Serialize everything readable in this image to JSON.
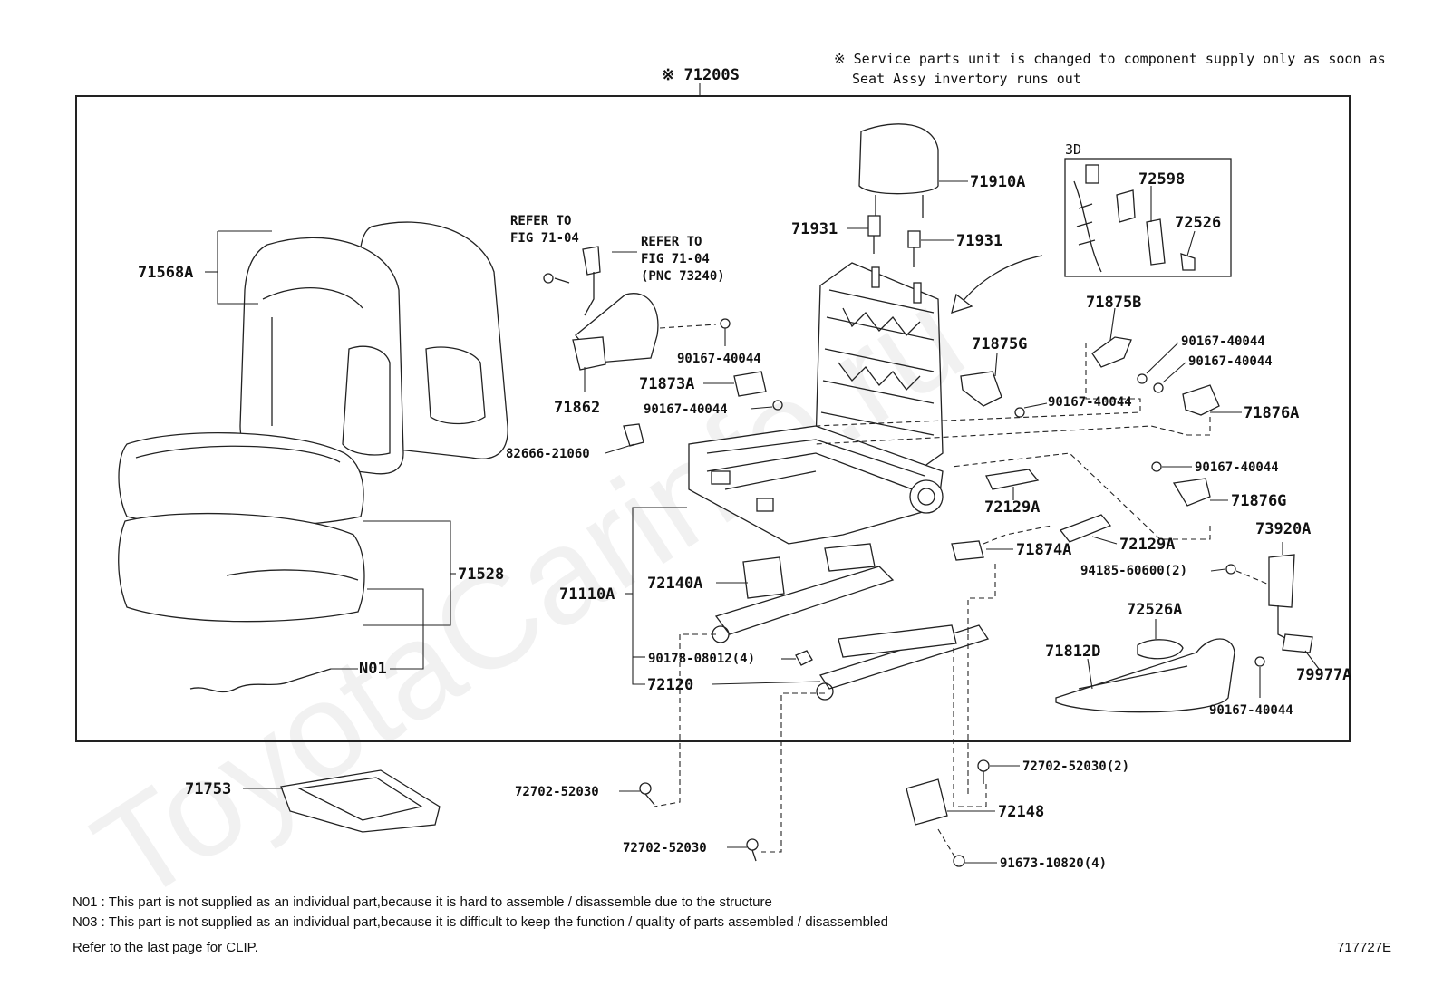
{
  "header": {
    "assembly_code": "※ 71200S",
    "service_note_line1": "※ Service parts unit is changed to component supply only as soon as",
    "service_note_line2": "Seat Assy invertory runs out"
  },
  "watermark": "ToyotaCarinfo.ru",
  "inset_label": "3D",
  "refer_notes": {
    "left_line1": "REFER TO",
    "left_line2": "FIG 71-04",
    "right_line1": "REFER TO",
    "right_line2": "FIG 71-04",
    "right_line3": "(PNC 73240)"
  },
  "parts": {
    "p71568A": "71568A",
    "p71528": "71528",
    "pN01": "N01",
    "p71753": "71753",
    "p71862": "71862",
    "p90167_a": "90167-40044",
    "p71873A": "71873A",
    "p90167_b": "90167-40044",
    "p82666": "82666-21060",
    "p71910A": "71910A",
    "p71931_l": "71931",
    "p71931_r": "71931",
    "p72598": "72598",
    "p72526": "72526",
    "p71875B": "71875B",
    "p90167_c": "90167-40044",
    "p90167_d": "90167-40044",
    "p71875G": "71875G",
    "p90167_e": "90167-40044",
    "p71876A": "71876A",
    "p90167_f": "90167-40044",
    "p71876G": "71876G",
    "p72129A_a": "72129A",
    "p72129A_b": "72129A",
    "p73920A": "73920A",
    "p71874A": "71874A",
    "p94185": "94185-60600(2)",
    "p71110A": "71110A",
    "p72140A": "72140A",
    "p90178": "90178-08012(4)",
    "p72120": "72120",
    "p72526A": "72526A",
    "p71812D": "71812D",
    "p79977A": "79977A",
    "p90167_g": "90167-40044",
    "p72702_a": "72702-52030",
    "p72702_b": "72702-52030",
    "p72702_c": "72702-52030(2)",
    "p72148": "72148",
    "p91673": "91673-10820(4)"
  },
  "footnotes": {
    "n01": "N01 : This part is not supplied as an individual part,because it is hard to assemble / disassemble due to the structure",
    "n03": "N03 : This part is not supplied as an individual part,because it is difficult to keep the function / quality of parts assembled / disassembled",
    "clip": "Refer to the last page for CLIP.",
    "diagram_id": "717727E"
  }
}
